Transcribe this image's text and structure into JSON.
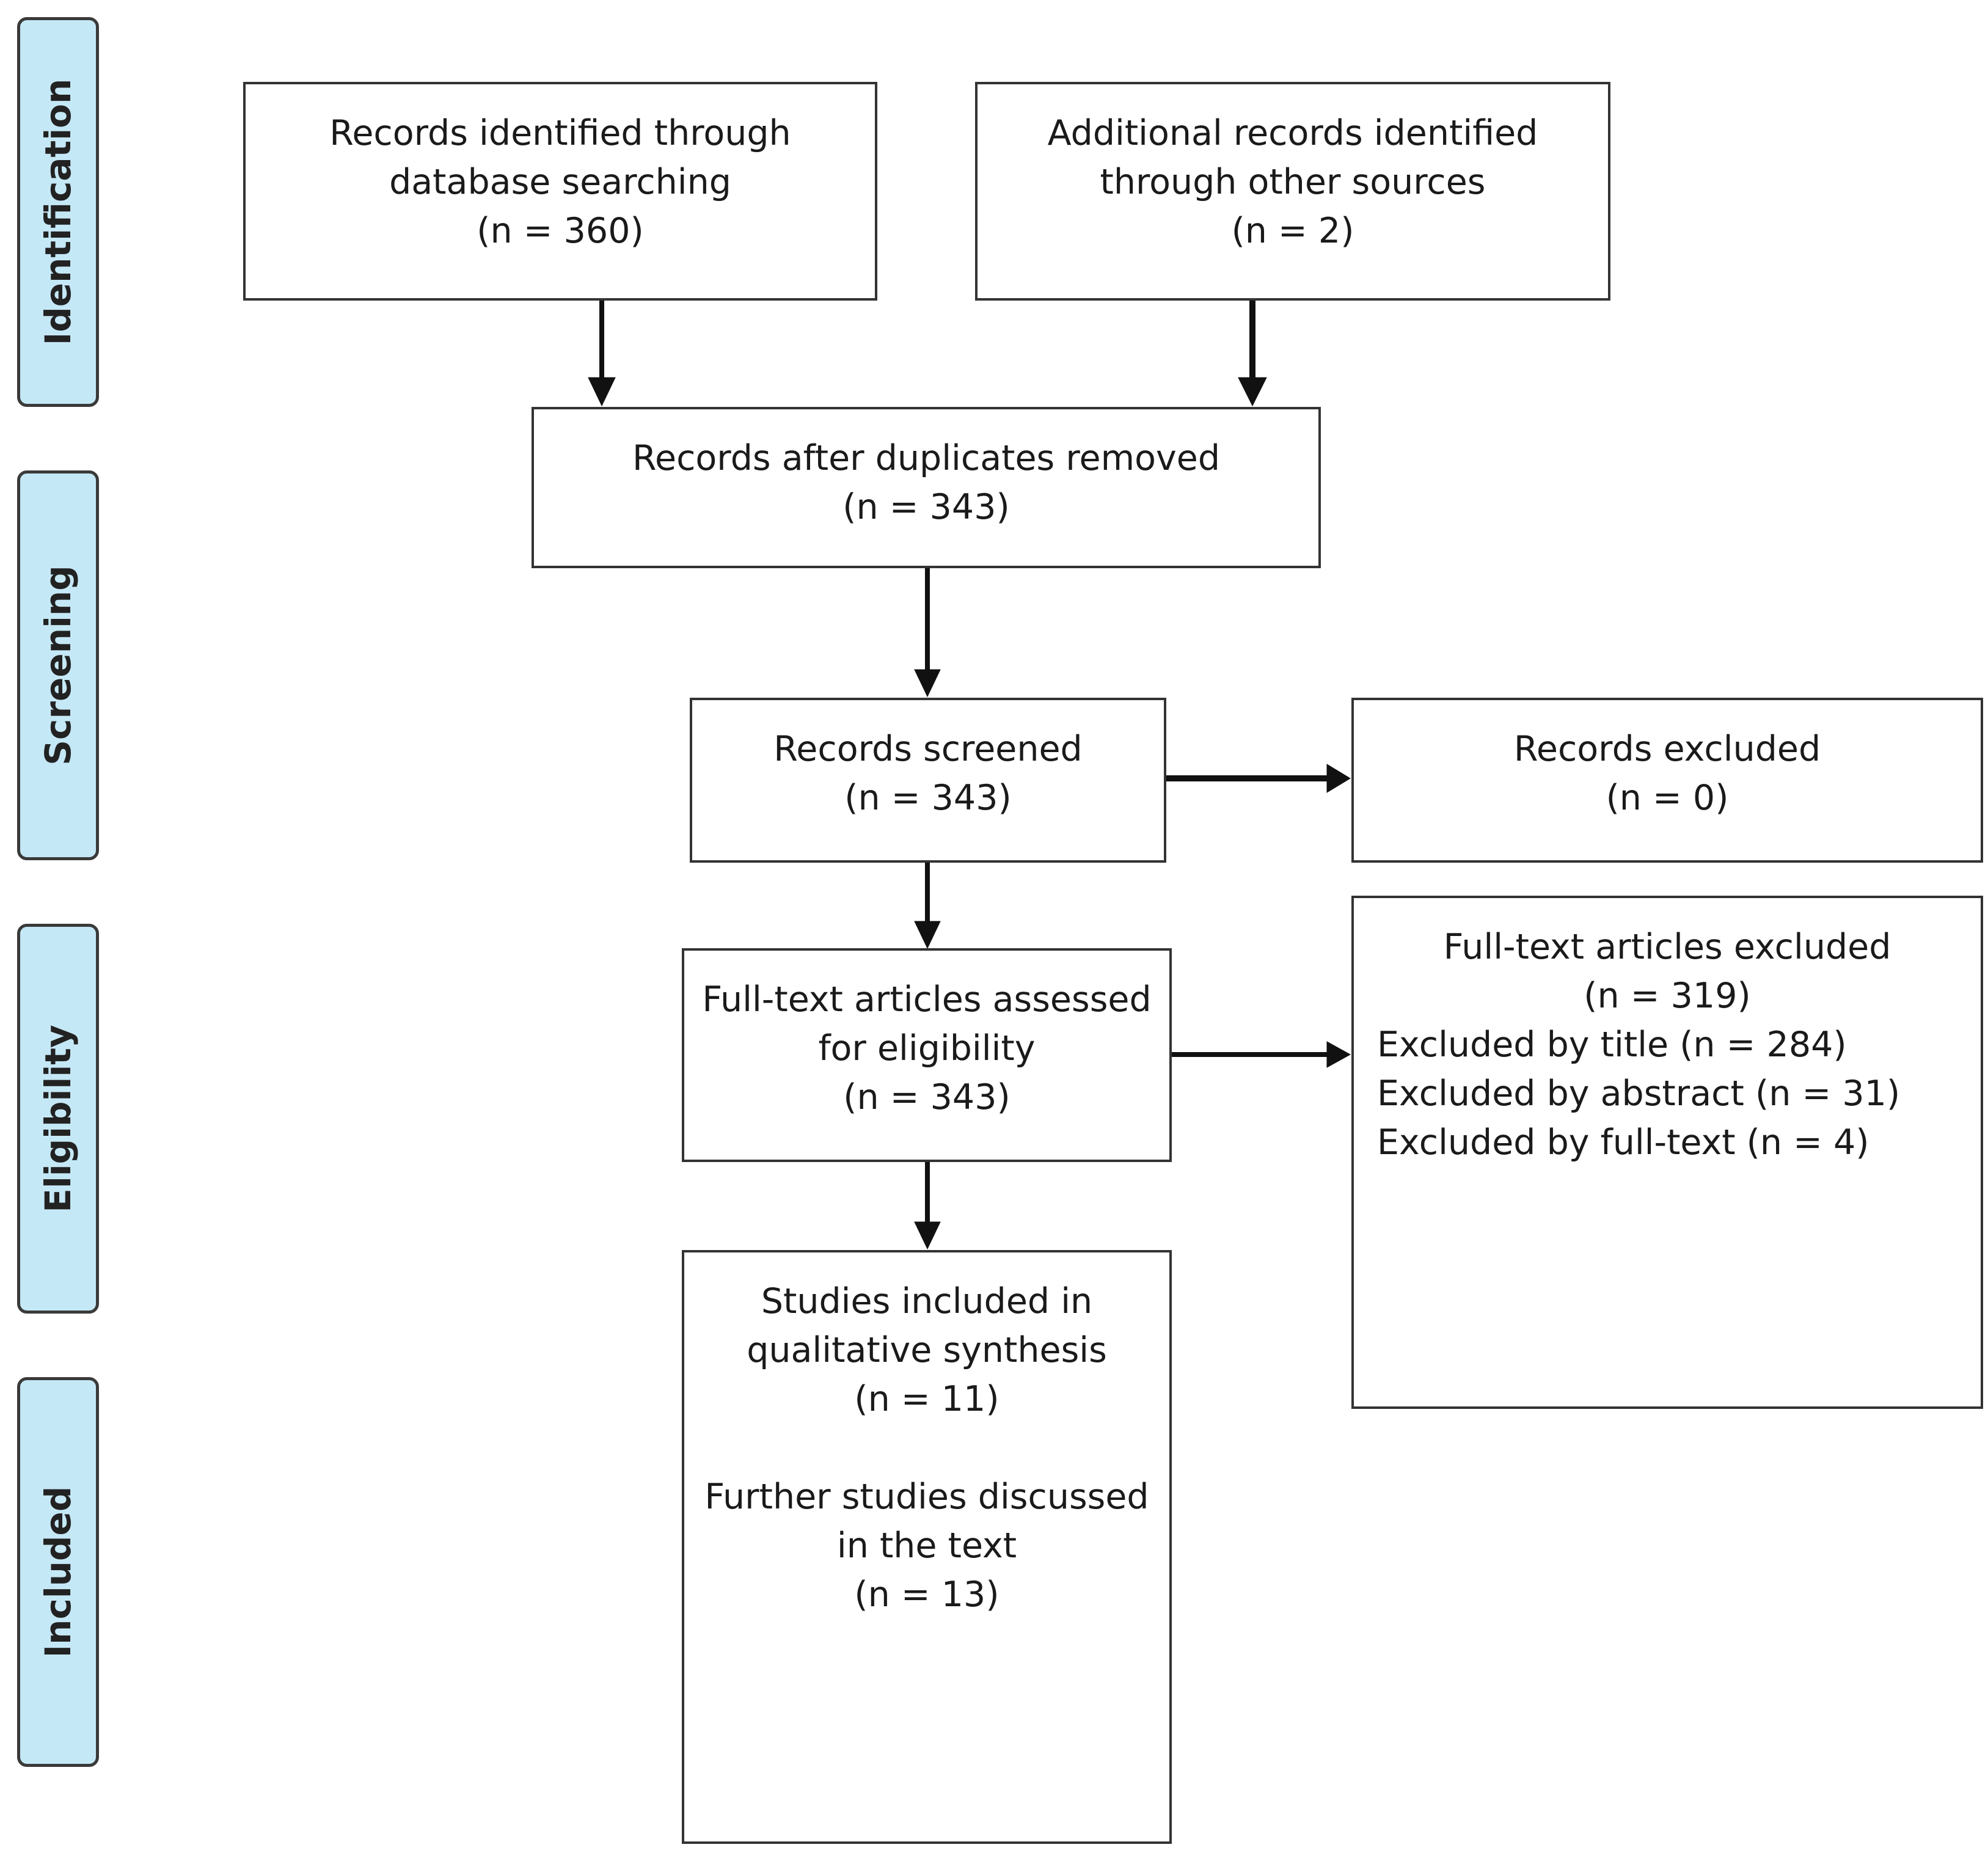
{
  "phases": {
    "identification": "Identification",
    "screening": "Screening",
    "eligibility": "Eligibility",
    "included": "Included"
  },
  "boxes": {
    "database_search": {
      "lines": [
        "Records identified through",
        "database searching",
        "(n = 360)"
      ]
    },
    "other_sources": {
      "lines": [
        "Additional records identified",
        "through other sources",
        "(n = 2)"
      ]
    },
    "duplicates_removed": {
      "lines": [
        "Records after duplicates removed",
        "(n = 343)"
      ]
    },
    "screened": {
      "lines": [
        "Records screened",
        "(n = 343)"
      ]
    },
    "excluded": {
      "lines": [
        "Records excluded",
        "(n = 0)"
      ]
    },
    "full_text_assessed": {
      "lines": [
        "Full-text articles assessed",
        "for eligibility",
        "(n = 343)"
      ]
    },
    "full_text_excluded": {
      "lines": [
        "Full-text articles excluded",
        "(n = 319)"
      ],
      "items": [
        "Excluded by title (n = 284)",
        "Excluded by abstract (n = 31)",
        "Excluded by full-text (n = 4)"
      ]
    },
    "included": {
      "lines": [
        "Studies included in",
        "qualitative synthesis",
        "(n = 11)"
      ],
      "lines2": [
        "Further studies discussed",
        "in the text",
        "(n = 13)"
      ]
    }
  },
  "colors": {
    "phase_fill": "#c5e8f6",
    "border": "#333333",
    "arrow": "#111111"
  }
}
